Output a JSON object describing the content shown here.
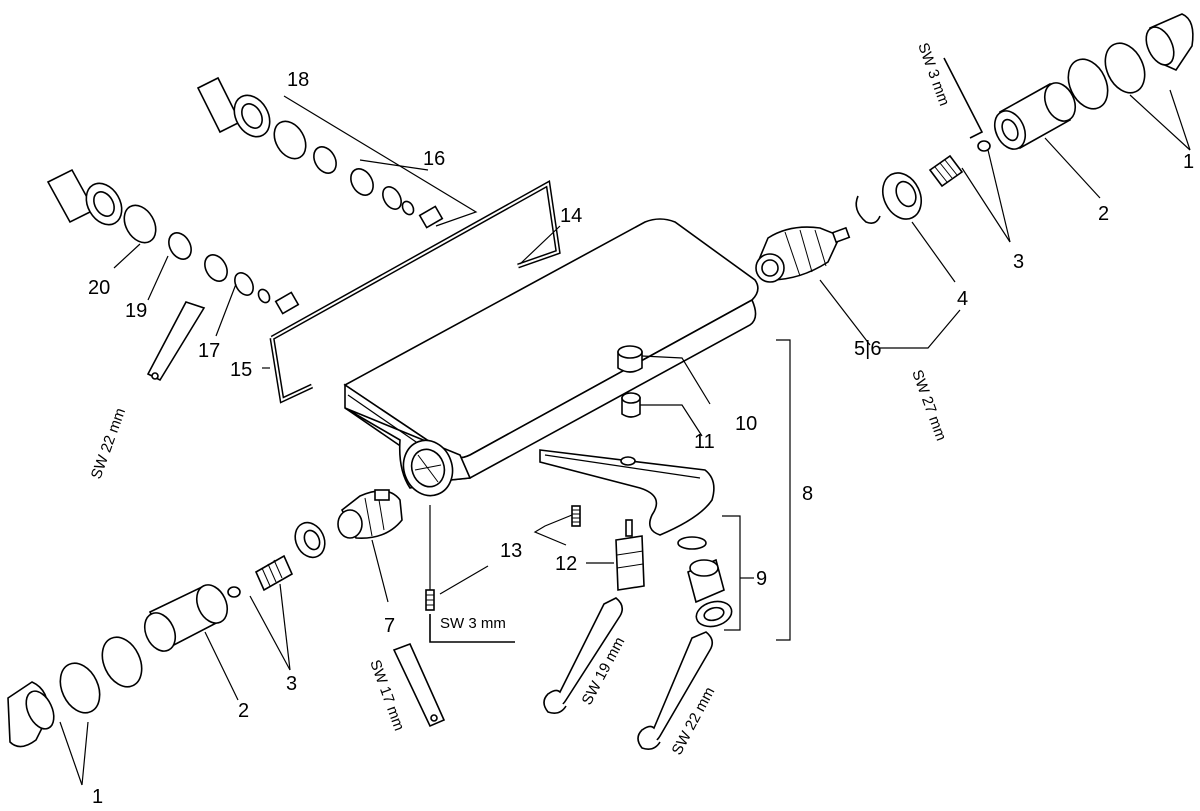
{
  "callouts": {
    "c1_top": "1",
    "c2_top": "2",
    "c3_top": "3",
    "c4": "4",
    "c56": "5|6",
    "c7": "7",
    "c8": "8",
    "c9": "9",
    "c10": "10",
    "c11": "11",
    "c12": "12",
    "c13": "13",
    "c14": "14",
    "c15": "15",
    "c16": "16",
    "c17": "17",
    "c18": "18",
    "c19": "19",
    "c20": "20",
    "c3_bot": "3",
    "c2_bot": "2",
    "c1_bot": "1"
  },
  "tools": {
    "sw3_top": "SW 3 mm",
    "sw27": "SW 27 mm",
    "sw22_left": "SW 22 mm",
    "sw3_bottom": "SW 3 mm",
    "sw17": "SW 17 mm",
    "sw19": "SW 19 mm",
    "sw22_bottom": "SW 22 mm"
  }
}
